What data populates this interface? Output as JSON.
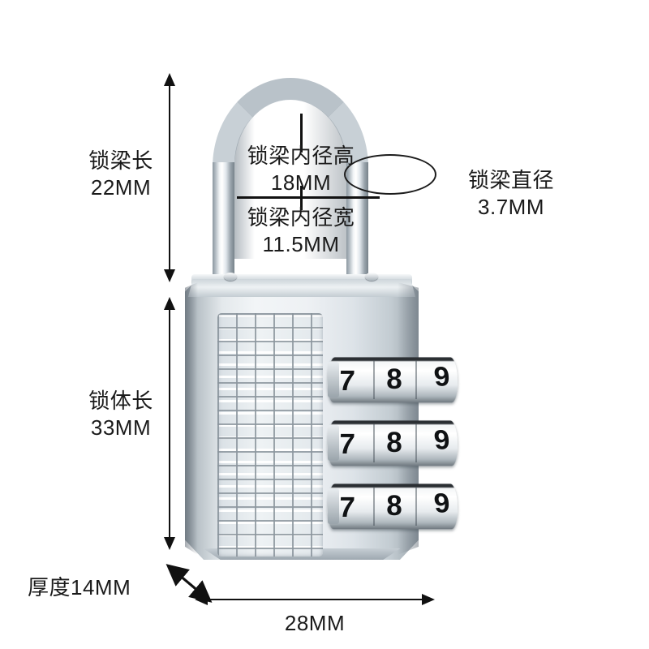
{
  "image": {
    "subject": "combination-padlock-dimension-diagram",
    "background_color": "#ffffff",
    "line_color": "#111111",
    "text_color": "#1a1a1a"
  },
  "annotations": {
    "shackle_length": {
      "label": "锁梁长",
      "value": "22MM"
    },
    "shackle_inner_height": {
      "label": "锁梁内径高",
      "value": "18MM"
    },
    "shackle_inner_width": {
      "label": "锁梁内径宽",
      "value": "11.5MM"
    },
    "shackle_diameter": {
      "label": "锁梁直径",
      "value": "3.7MM"
    },
    "body_length": {
      "label": "锁体长",
      "value": "33MM"
    },
    "thickness": {
      "label": "厚度14MM"
    },
    "width": {
      "value": "28MM"
    }
  },
  "dials": [
    {
      "d1": "7",
      "d2": "8",
      "d3": "9"
    },
    {
      "d1": "7",
      "d2": "8",
      "d3": "9"
    },
    {
      "d1": "7",
      "d2": "8",
      "d3": "9"
    }
  ]
}
